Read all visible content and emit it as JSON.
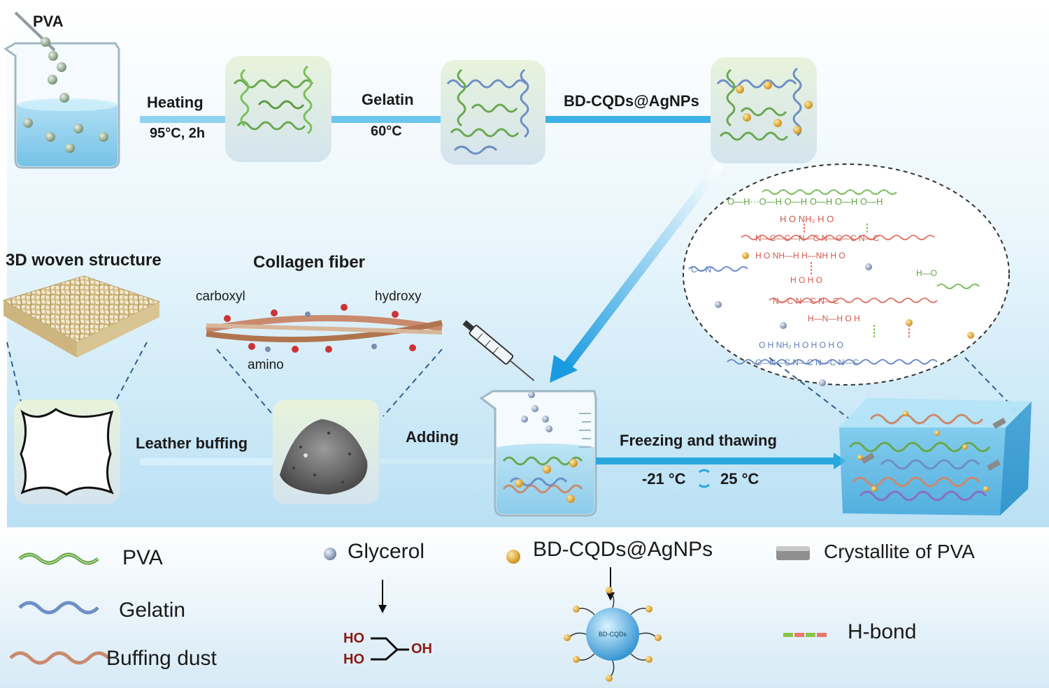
{
  "top_row": {
    "beaker_label": "PVA",
    "step1_label": "Heating",
    "step1_condition": "95°C, 2h",
    "step2_label": "Gelatin",
    "step2_condition": "60°C",
    "step3_label": "BD-CQDs@AgNPs"
  },
  "middle_row": {
    "woven_title": "3D woven structure",
    "collagen_title": "Collagen fiber",
    "group_carboxyl": "carboxyl",
    "group_hydroxy": "hydroxy",
    "group_amino": "amino",
    "buffing_label": "Leather buffing",
    "adding_label": "Adding",
    "freeze_label": "Freezing and thawing",
    "freeze_low": "-21 °C",
    "freeze_high": "25 °C"
  },
  "legend": {
    "pva": "PVA",
    "gelatin": "Gelatin",
    "buffing_dust": "Buffing dust",
    "glycerol": "Glycerol",
    "glycerol_ho_top": "HO",
    "glycerol_oh": "OH",
    "glycerol_ho_bottom": "HO",
    "bdcqds": "BD-CQDs@AgNPs",
    "bdcqds_core": "BD-CQDs",
    "crystallite": "Crystallite of PVA",
    "hbond": "H-bond"
  },
  "colors": {
    "pva": "#6aa84f",
    "gelatin": "#6d8fc7",
    "buffing_dust": "#c98a6e",
    "hbond_a": "#e8776a",
    "hbond_b": "#8bc34a",
    "arrow": "#29a8e0",
    "background_top": "#ffffff",
    "background_bottom": "#bfe2f5"
  }
}
